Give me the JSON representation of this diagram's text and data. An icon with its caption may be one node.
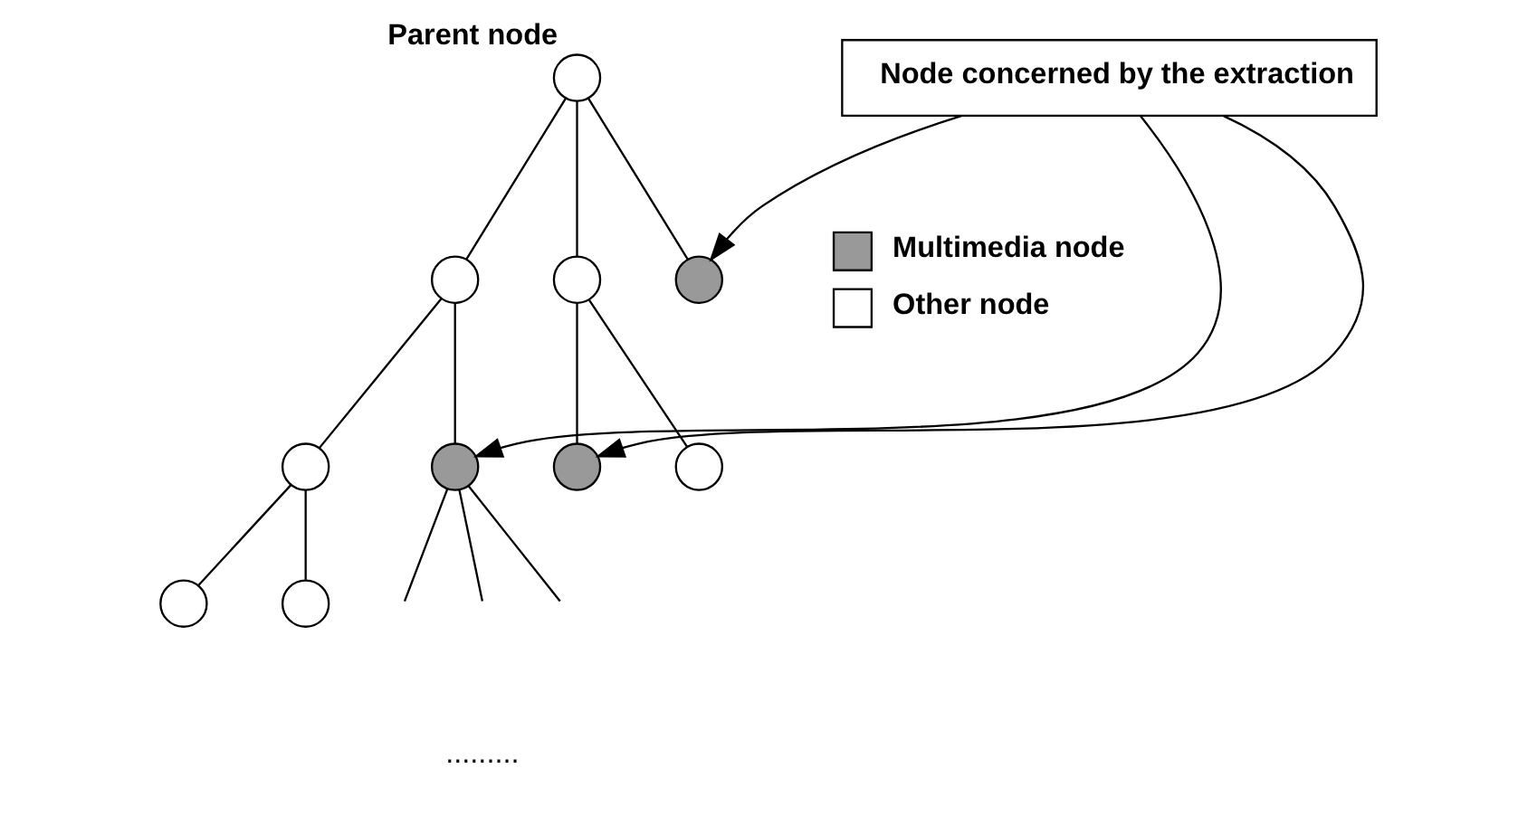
{
  "diagram": {
    "nodes": [
      {
        "text": [
          "Parent node"
        ]
      },
      {
        "text": [],
        "shape": "circle"
      },
      {
        "text": [],
        "shape": "circle"
      },
      {
        "text": [],
        "shape": "circle"
      },
      {
        "text": [],
        "shape": "circle"
      },
      {
        "text": [],
        "shape": "circle"
      },
      {
        "text": [],
        "shape": "circle"
      },
      {
        "text": [],
        "shape": "circle"
      },
      {
        "text": [],
        "shape": "circle"
      },
      {
        "text": [],
        "shape": "circle"
      },
      {
        "text": [
          "Node concerned by the extraction"
        ]
      }
    ],
    "edges": [
      {
        "from": 0,
        "to": 1,
        "arrow": "none"
      },
      {
        "from": 0,
        "to": 2,
        "arrow": "none"
      },
      {
        "from": 0,
        "to": 3,
        "arrow": "none"
      },
      {
        "from": 1,
        "to": 4,
        "arrow": "none"
      },
      {
        "from": 1,
        "to": 5,
        "arrow": "none"
      },
      {
        "from": 2,
        "to": 6,
        "arrow": "none"
      },
      {
        "from": 2,
        "to": 7,
        "arrow": "none"
      },
      {
        "from": 4,
        "to": 8,
        "arrow": "none"
      },
      {
        "from": 4,
        "to": 9,
        "arrow": "none"
      },
      {
        "from": 5,
        "to": null,
        "arrow": "none"
      },
      {
        "from": 5,
        "to": null,
        "arrow": "none"
      },
      {
        "from": 5,
        "to": null,
        "arrow": "none"
      },
      {
        "from": 10,
        "to": 5,
        "arrow": "to"
      },
      {
        "from": 10,
        "to": 6,
        "arrow": "to"
      },
      {
        "from": 10,
        "to": 3,
        "arrow": "to"
      }
    ],
    "labels": [
      "........."
    ],
    "legend": [
      {
        "text": "Multimedia node",
        "color": "#999999"
      },
      {
        "text": "Other node",
        "color": "#ffffff"
      }
    ]
  }
}
